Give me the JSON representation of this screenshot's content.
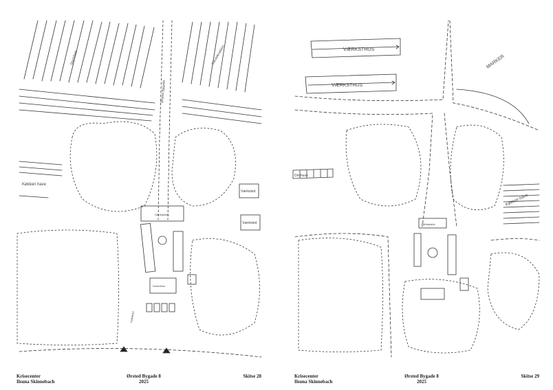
{
  "pages": [
    {
      "footer": {
        "project": "Krisecenter",
        "author": "Ilsuna Skinnebach",
        "address": "Ørsted Bygade 8",
        "year": "2025",
        "sheet": "Skitse 28"
      },
      "labels": {
        "field_1": "Stockfield",
        "field_2": "Randeknarken",
        "road": "Ørsted Bygade",
        "garden": "Køkken have",
        "unit_1": "Værksted",
        "unit_2": "Værksted",
        "house_1": "Gårdsplads",
        "house_2": "Hovedhus",
        "entry": "Indkørsel"
      }
    },
    {
      "footer": {
        "project": "Krisecenter",
        "author": "Ilsuna Skinnebach",
        "address": "Ørsted Bygade 8",
        "year": "2025",
        "sheet": "Skitse 29"
      },
      "labels": {
        "workshop_1": "VÆRKSTHUS",
        "workshop_2": "VÆRKSTHUS",
        "meadow": "MARKER",
        "garden_strip": "Drivhuse",
        "garden": "Køkken have",
        "yard": "Gårdsplads"
      }
    }
  ]
}
